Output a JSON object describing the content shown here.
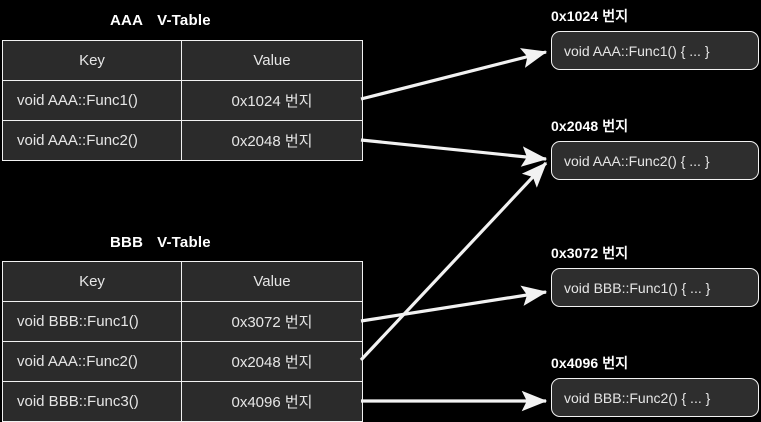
{
  "background": "#000000",
  "accent": "#f2f2f2",
  "cell_bg": "#2b2b2b",
  "tables": [
    {
      "id": "aaa-vtable",
      "class_name": "AAA",
      "title_suffix": "V-Table",
      "columns": [
        "Key",
        "Value"
      ],
      "rows": [
        {
          "key": "void AAA::Func1()",
          "value": "0x1024 번지"
        },
        {
          "key": "void AAA::Func2()",
          "value": "0x2048 번지"
        }
      ]
    },
    {
      "id": "bbb-vtable",
      "class_name": "BBB",
      "title_suffix": "V-Table",
      "columns": [
        "Key",
        "Value"
      ],
      "rows": [
        {
          "key": "void BBB::Func1()",
          "value": "0x3072 번지"
        },
        {
          "key": "void AAA::Func2()",
          "value": "0x2048 번지"
        },
        {
          "key": "void BBB::Func3()",
          "value": "0x4096 번지"
        }
      ]
    }
  ],
  "memory_blocks": [
    {
      "id": "mem-0x1024",
      "address_label": "0x1024 번지",
      "body": "void AAA::Func1() { ... }"
    },
    {
      "id": "mem-0x2048",
      "address_label": "0x2048 번지",
      "body": "void AAA::Func2() { ... }"
    },
    {
      "id": "mem-0x3072",
      "address_label": "0x3072 번지",
      "body": "void BBB::Func1() { ... }"
    },
    {
      "id": "mem-0x4096",
      "address_label": "0x4096 번지",
      "body": "void BBB::Func2() { ... }"
    }
  ],
  "arrows": [
    {
      "id": "arrow-aaa-func1-to-0x1024",
      "from": "AAA V-Table 0x1024 번지",
      "to": "0x1024 번지"
    },
    {
      "id": "arrow-aaa-func2-to-0x2048",
      "from": "AAA V-Table 0x2048 번지",
      "to": "0x2048 번지"
    },
    {
      "id": "arrow-bbb-func1-to-0x3072",
      "from": "BBB V-Table 0x3072 번지",
      "to": "0x3072 번지"
    },
    {
      "id": "arrow-bbb-aaafunc2-to-0x2048",
      "from": "BBB V-Table 0x2048 번지",
      "to": "0x2048 번지"
    },
    {
      "id": "arrow-bbb-func3-to-0x4096",
      "from": "BBB V-Table 0x4096 번지",
      "to": "0x4096 번지"
    }
  ]
}
